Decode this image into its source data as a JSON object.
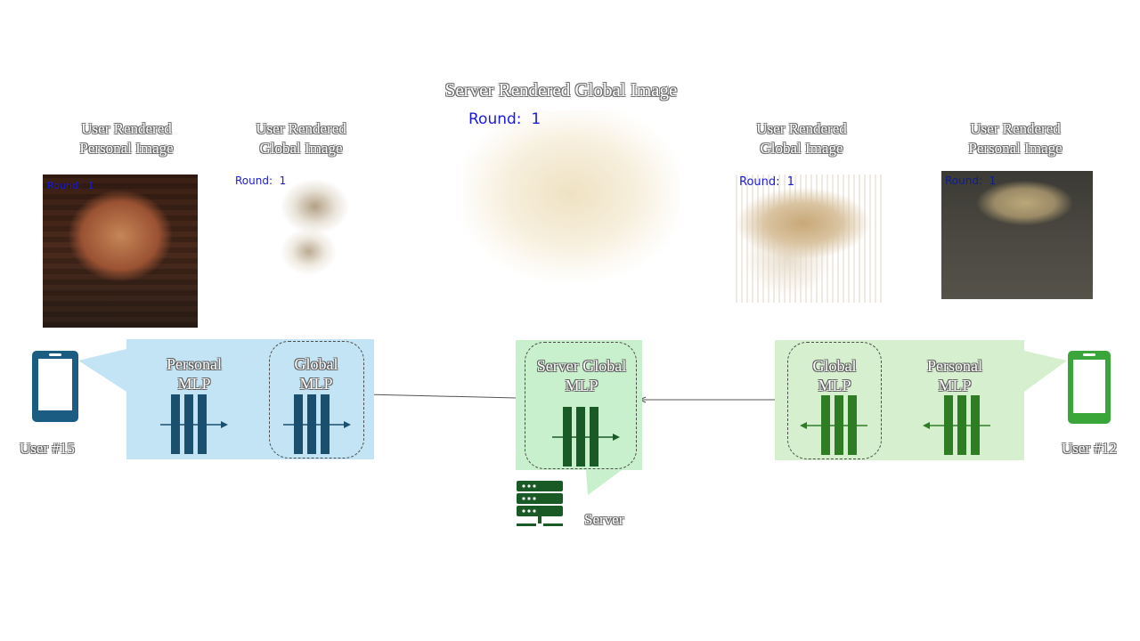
{
  "titles": {
    "server_global_image": "Server Rendered Global Image",
    "left_personal_line1": "User Rendered",
    "left_personal_line2": "Personal Image",
    "left_global_line1": "User Rendered",
    "left_global_line2": "Global Image",
    "right_global_line1": "User Rendered",
    "right_global_line2": "Global Image",
    "right_personal_line1": "User Rendered",
    "right_personal_line2": "Personal Image"
  },
  "round_labels": {
    "server": "Round:  1",
    "left_personal": "Round:  1",
    "left_global": "Round:  1",
    "right_global": "Round:  1",
    "right_personal": "Round:  1"
  },
  "left_user": {
    "label": "User #15",
    "personal_mlp_line1": "Personal",
    "personal_mlp_line2": "MLP",
    "global_mlp_line1": "Global",
    "global_mlp_line2": "MLP",
    "color": "#1a5c82",
    "panel_color": "#c3e4f4"
  },
  "server": {
    "label": "Server",
    "mlp_line1": "Server Global",
    "mlp_line2": "MLP",
    "color": "#1a5a26",
    "panel_color": "#c9f0cc"
  },
  "right_user": {
    "label": "User #12",
    "personal_mlp_line1": "Personal",
    "personal_mlp_line2": "MLP",
    "global_mlp_line1": "Global",
    "global_mlp_line2": "MLP",
    "color": "#2e8a2a",
    "phone_color": "#3aa63a",
    "panel_color": "#d6f0cf"
  },
  "icons": {
    "left_device": "smartphone-icon",
    "right_device": "smartphone-icon",
    "server_device": "server-rack-icon",
    "layers": "mlp-layers-icon"
  }
}
